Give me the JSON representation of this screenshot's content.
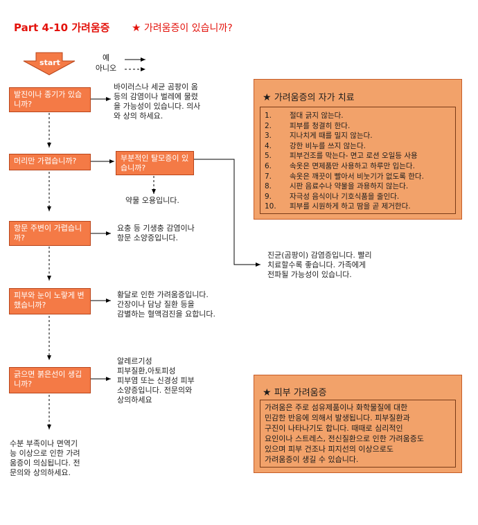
{
  "header": {
    "part": "Part 4-10 가려움증",
    "star": "★",
    "question": "가려움증이 있습니까?"
  },
  "legend": {
    "yes": "예",
    "no": "아니오"
  },
  "start_label": "start",
  "questions": [
    "발진이나 종기가 있습니까?",
    "머리만 가렵습니까?",
    "부분적인 탈모증이 있습니까?",
    "항문 주변이 가렵습니까?",
    "피부와 눈이 노랗게 변했습니까?",
    "긁으면 붉은선이 생깁니까?"
  ],
  "outcomes": {
    "rash": [
      "바이러스나 세균 곰팡이 옴",
      "등의 감염이나 벌레에 물렸",
      "을 가능성이 있습니다. 의사",
      "와 상의 하세요."
    ],
    "hair_medicine": "약물 오용입니다.",
    "fungal": [
      "진균(곰팡이) 감염증입니다. 빨리",
      "치료할수록 좋습니다. 가족에게",
      "전파될 가능성이 있습니다."
    ],
    "anal": [
      "요충 등 기생충 감염이나",
      "항문 소양증입니다."
    ],
    "jaundice": [
      "황달로 인한 가려움증입니다.",
      "간장이나 담낭 질환 등을",
      "감별하는 혈액검진을 요합니다."
    ],
    "allergy": [
      "알레르기성",
      "피부질환,아토피성",
      "피부염 또는 신경성 피부",
      "소양증입니다. 전문의와",
      "상의하세요"
    ],
    "final": [
      "수분 부족이나 면역기",
      "능 이상으로 인한 가려",
      "움증이 의심됩니다. 전",
      "문의와 상의하세요."
    ]
  },
  "self_care": {
    "title": "가려움증의 자가 치료",
    "items": [
      {
        "num": "1.",
        "text": "절대 긁지 않는다."
      },
      {
        "num": "2.",
        "text": "피부를 청결히 한다."
      },
      {
        "num": "3.",
        "text": "지나치게 때를 밀지 않는다."
      },
      {
        "num": "4.",
        "text": "강한 비누를 쓰지 않는다."
      },
      {
        "num": "5.",
        "text": "피부건조를 막는다- 면고 로션 오일등 사용"
      },
      {
        "num": "6.",
        "text": "속옷은 면제품만 사용하고 하루만 입는다."
      },
      {
        "num": "7.",
        "text": "속옷은 깨끗이 빨아서 비눗기가 없도록 한다."
      },
      {
        "num": "8.",
        "text": "시판 음료수나 약물을 과용하지 않는다."
      },
      {
        "num": "9.",
        "text": "자극성 음식이나 기호식품을 줄인다."
      },
      {
        "num": "10.",
        "text": "피부를 시원하게 하고 땀을 곧 제거한다."
      }
    ]
  },
  "skin_itch": {
    "title": "피부 가려움증",
    "lines": [
      "가려움은 주로 섬유제품이나 화학물질에 대한",
      "민감한 반응에 의해서 발생됩니다. 피부질환과",
      "구진이 나타나기도 합니다. 때때로 심리적인",
      "요인이나 스트레스, 전신질환으로 인한 가려움증도",
      "있으며 피부 건조나 피지선의 이상으로도",
      "가려움증이 생길 수 있습니다."
    ]
  },
  "colors": {
    "accent": "#e3120b",
    "box": "#f47a46",
    "panel": "#f2a26a"
  }
}
